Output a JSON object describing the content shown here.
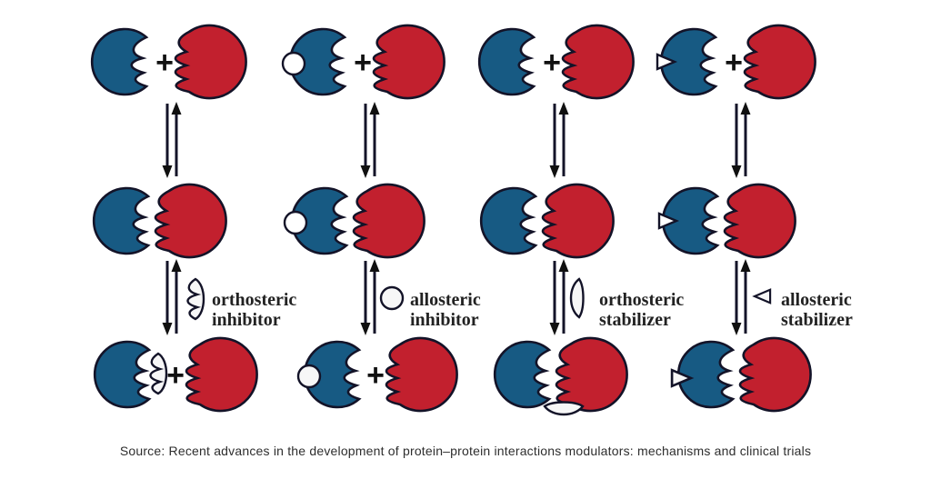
{
  "colors": {
    "protein_a": "#175a83",
    "protein_b": "#c2202e",
    "outline": "#131328",
    "arrow": "#101010",
    "modulator_fill": "#f7f7f7",
    "label_text": "#222222",
    "caption_text": "#2e2e2e",
    "background": "#ffffff"
  },
  "diagram": {
    "plus": "+",
    "columns": [
      {
        "name": "orthosteric inhibitor",
        "label_line1": "orthosteric",
        "label_line2": "inhibitor"
      },
      {
        "name": "allosteric inhibitor",
        "label_line1": "allosteric",
        "label_line2": "inhibitor"
      },
      {
        "name": "orthosteric stabilizer",
        "label_line1": "orthosteric",
        "label_line2": "stabilizer"
      },
      {
        "name": "allosteric stabilizer",
        "label_line1": "allosteric",
        "label_line2": "stabilizer"
      }
    ]
  },
  "caption": {
    "text": "Source: Recent advances in the development of protein–protein interactions modulators: mechanisms and clinical trials"
  }
}
